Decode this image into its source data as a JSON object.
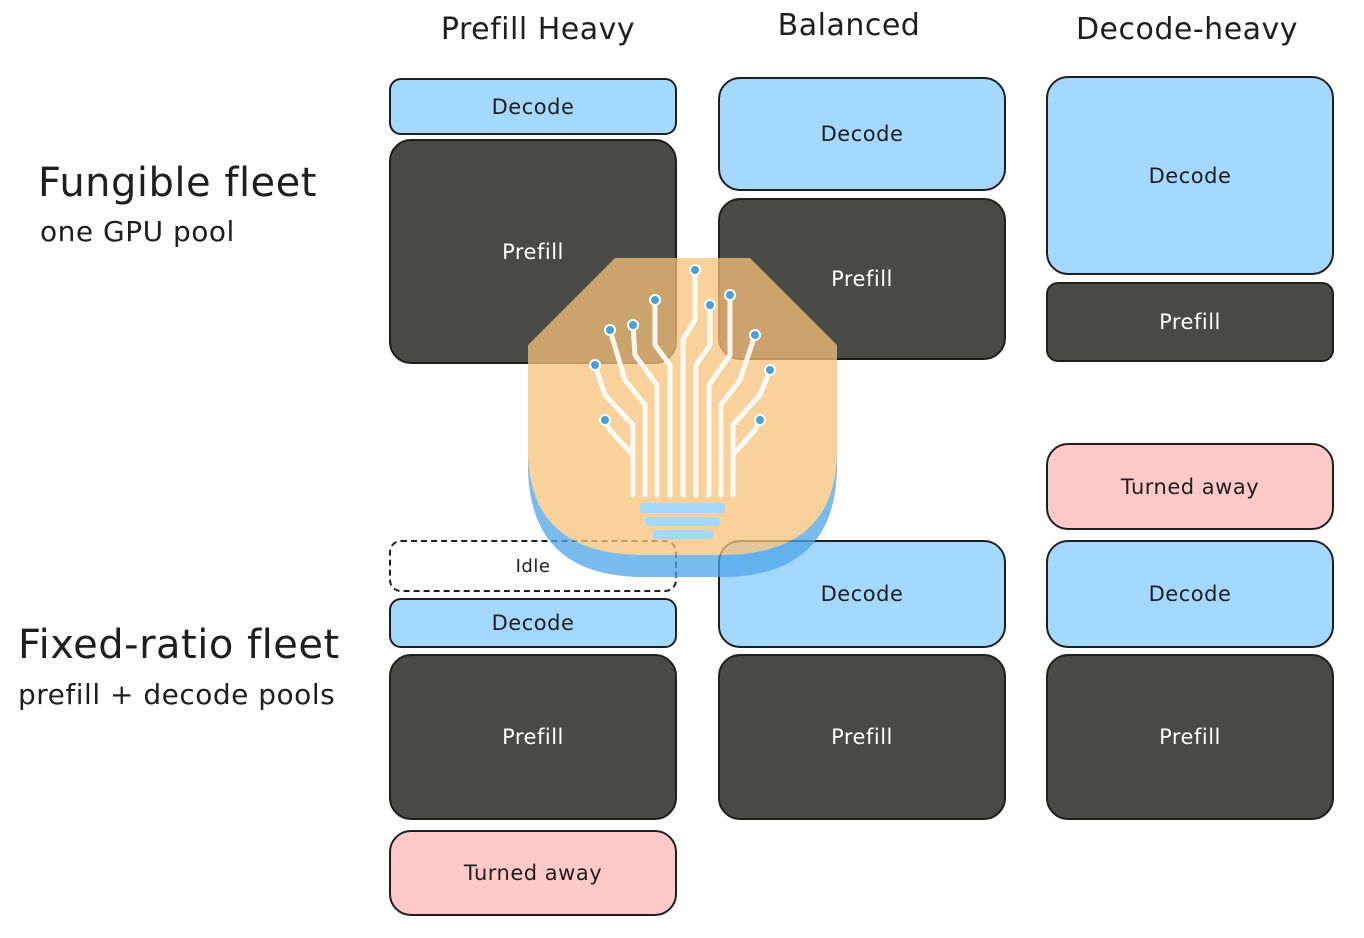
{
  "columns": [
    "Prefill Heavy",
    "Balanced",
    "Decode-heavy"
  ],
  "rows": {
    "fungible": {
      "title": "Fungible fleet",
      "subtitle": "one GPU pool"
    },
    "fixed": {
      "title": "Fixed-ratio fleet",
      "subtitle": "prefill + decode pools"
    }
  },
  "labels": {
    "decode": "Decode",
    "prefill": "Prefill",
    "turned_away": "Turned away",
    "idle": "Idle"
  },
  "colors": {
    "decode": "#a5d8ff",
    "prefill": "#494a45",
    "turned_away": "#ffc9c9",
    "watermark": "#f6c27a"
  },
  "watermark_icon": "circuit-lightbulb-icon"
}
